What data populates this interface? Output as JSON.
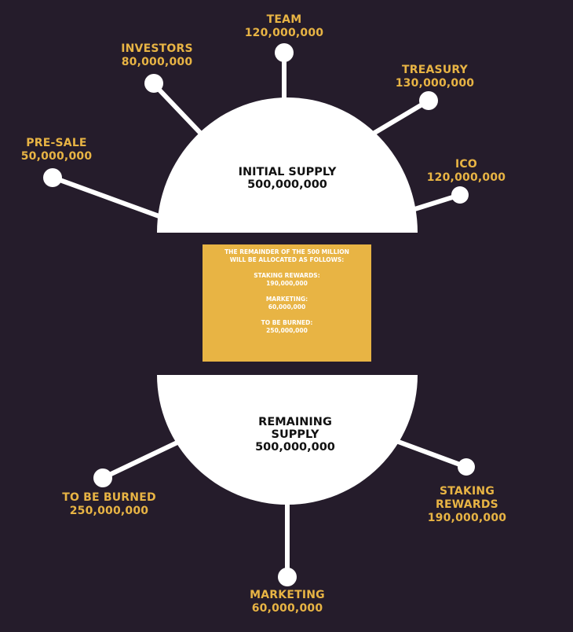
{
  "colors": {
    "background": "#251c2b",
    "accent": "#e8b444",
    "white": "#ffffff",
    "dark_text": "#111111"
  },
  "initial_supply": {
    "title": "INITIAL SUPPLY",
    "amount": "500,000,000"
  },
  "allocations": [
    {
      "id": "team",
      "label": "TEAM",
      "amount": "120,000,000"
    },
    {
      "id": "investors",
      "label": "INVESTORS",
      "amount": "80,000,000"
    },
    {
      "id": "treasury",
      "label": "TREASURY",
      "amount": "130,000,000"
    },
    {
      "id": "presale",
      "label": "PRE-SALE",
      "amount": "50,000,000"
    },
    {
      "id": "ico",
      "label": "ICO",
      "amount": "120,000,000"
    }
  ],
  "remainder_box": {
    "intro_line1": "THE REMAINDER OF THE 500 MILLION",
    "intro_line2": "WILL BE ALLOCATED AS FOLLOWS:",
    "items": [
      {
        "label": "STAKING REWARDS:",
        "amount": "190,000,000"
      },
      {
        "label": "MARKETING:",
        "amount": "60,000,000"
      },
      {
        "label": "TO BE BURNED:",
        "amount": "250,000,000"
      }
    ]
  },
  "remaining_supply": {
    "title_line1": "REMAINING",
    "title_line2": "SUPPLY",
    "amount": "500,000,000"
  },
  "remaining_allocations": [
    {
      "id": "burned",
      "label": "TO BE BURNED",
      "amount": "250,000,000"
    },
    {
      "id": "staking",
      "label_line1": "STAKING",
      "label_line2": "REWARDS",
      "amount": "190,000,000"
    },
    {
      "id": "marketing",
      "label": "MARKETING",
      "amount": "60,000,000"
    }
  ]
}
